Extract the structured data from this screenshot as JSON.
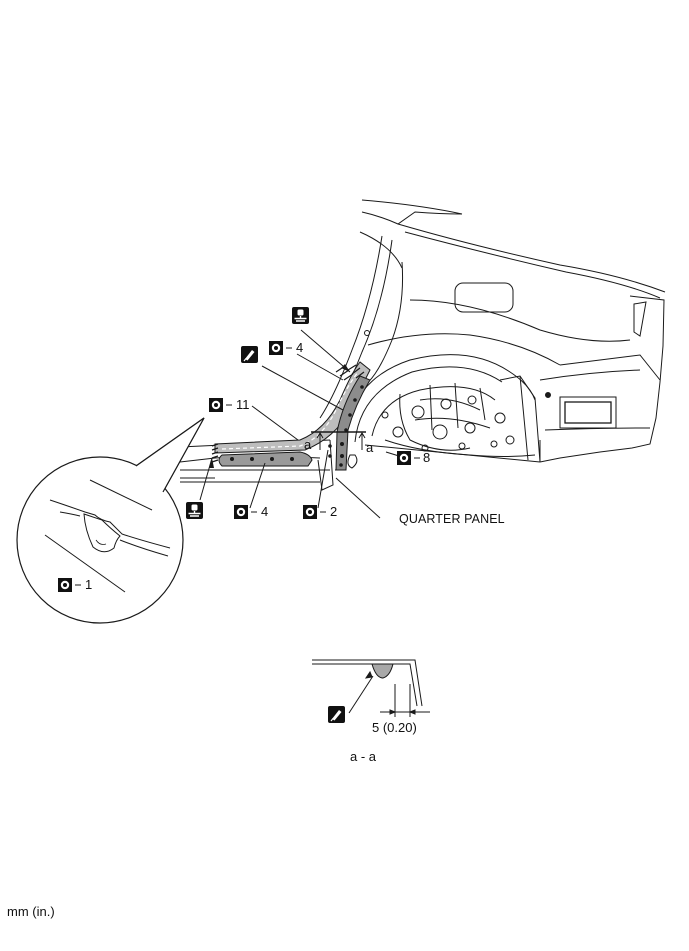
{
  "callouts": {
    "top_weld": "4",
    "left_weld": "11",
    "bottom_weld_left": "4",
    "bottom_weld_mid": "2",
    "right_weld": "8",
    "detail_weld": "1",
    "section_mark_left": "a",
    "section_mark_right": "a"
  },
  "labels": {
    "quarter_panel": "QUARTER PANEL",
    "section_view": "a - a",
    "dimension": "5 (0.20)",
    "units_note": "mm (in.)"
  },
  "symbols": {
    "spot_weld": "spot-weld-icon",
    "sealer": "sealer-brush-icon",
    "weld_bead": "weld-bead-icon"
  },
  "colors": {
    "line": "#1a1a1a",
    "weld_area": "#9a9a9a",
    "background": "#ffffff"
  }
}
